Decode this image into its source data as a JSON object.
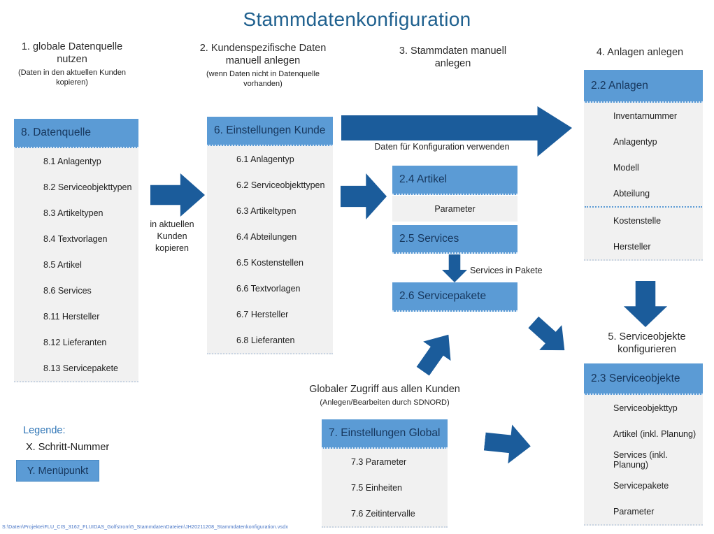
{
  "title": "Stammdatenkonfiguration",
  "colors": {
    "accent_blue": "#5B9BD5",
    "arrow_blue": "#1B5C9B",
    "title_blue": "#20618F",
    "header_text": "#17375D",
    "panel_gray": "#F1F1F1",
    "legend_blue": "#2E75B6",
    "footer_blue": "#4472C4"
  },
  "steps": {
    "step1": {
      "label": "1. globale Datenquelle nutzen",
      "note": "(Daten in den aktuellen Kunden kopieren)"
    },
    "step2": {
      "label": "2. Kundenspezifische Daten manuell anlegen",
      "note": "(wenn Daten nicht in Datenquelle vorhanden)"
    },
    "step3": {
      "label": "3. Stammdaten manuell anlegen"
    },
    "step4": {
      "label": "4. Anlagen anlegen"
    },
    "step5": {
      "label": "5. Serviceobjekte konfigurieren"
    }
  },
  "panels": {
    "datenquelle": {
      "header": "8. Datenquelle",
      "items": [
        "8.1 Anlagentyp",
        "8.2 Serviceobjekttypen",
        "8.3 Artikeltypen",
        "8.4 Textvorlagen",
        "8.5 Artikel",
        "8.6 Services",
        "8.11 Hersteller",
        "8.12 Lieferanten",
        "8.13 Servicepakete"
      ]
    },
    "einstellungen_kunde": {
      "header": "6. Einstellungen Kunde",
      "items": [
        "6.1 Anlagentyp",
        "6.2 Serviceobjekttypen",
        "6.3 Artikeltypen",
        "6.4 Abteilungen",
        "6.5 Kostenstellen",
        "6.6 Textvorlagen",
        "6.7 Hersteller",
        "6.8 Lieferanten"
      ]
    },
    "anlagen": {
      "header": "2.2 Anlagen",
      "items": [
        "Inventarnummer",
        "Anlagentyp",
        "Modell",
        "Abteilung",
        {
          "divider": true
        },
        "Kostenstelle",
        "Hersteller"
      ]
    },
    "serviceobjekte": {
      "header": "2.3 Serviceobjekte",
      "items": [
        "Serviceobjekttyp",
        "Artikel (inkl. Planung)",
        "Services (inkl. Planung)",
        "Servicepakete",
        "Parameter"
      ]
    },
    "einstellungen_global": {
      "header": "7. Einstellungen Global",
      "items": [
        "7.3 Parameter",
        "7.5 Einheiten",
        "7.6 Zeitintervalle"
      ]
    }
  },
  "boxes": {
    "artikel": "2.4 Artikel",
    "artikel_param": "Parameter",
    "services": "2.5 Services",
    "servicepakete": "2.6 Servicepakete"
  },
  "labels": {
    "copy_arrow": "in aktuellen Kunden kopieren",
    "config_arrow": "Daten für Konfiguration verwenden",
    "services_pakete": "Services in Pakete",
    "global_access": "Globaler Zugriff aus allen Kunden",
    "global_access_note": "(Anlegen/Bearbeiten durch SDNORD)"
  },
  "legend": {
    "title": "Legende:",
    "step_number": "X. Schritt-Nummer",
    "menu_item": "Y. Menüpunkt"
  },
  "footer": {
    "path": "S:\\Daten\\Projekte\\FLU_CIS_3162_FLUIDAS_Golfstrom\\5_StammdatenDateien\\JH20211208_Stammdatenkonfiguration.vsdx"
  }
}
